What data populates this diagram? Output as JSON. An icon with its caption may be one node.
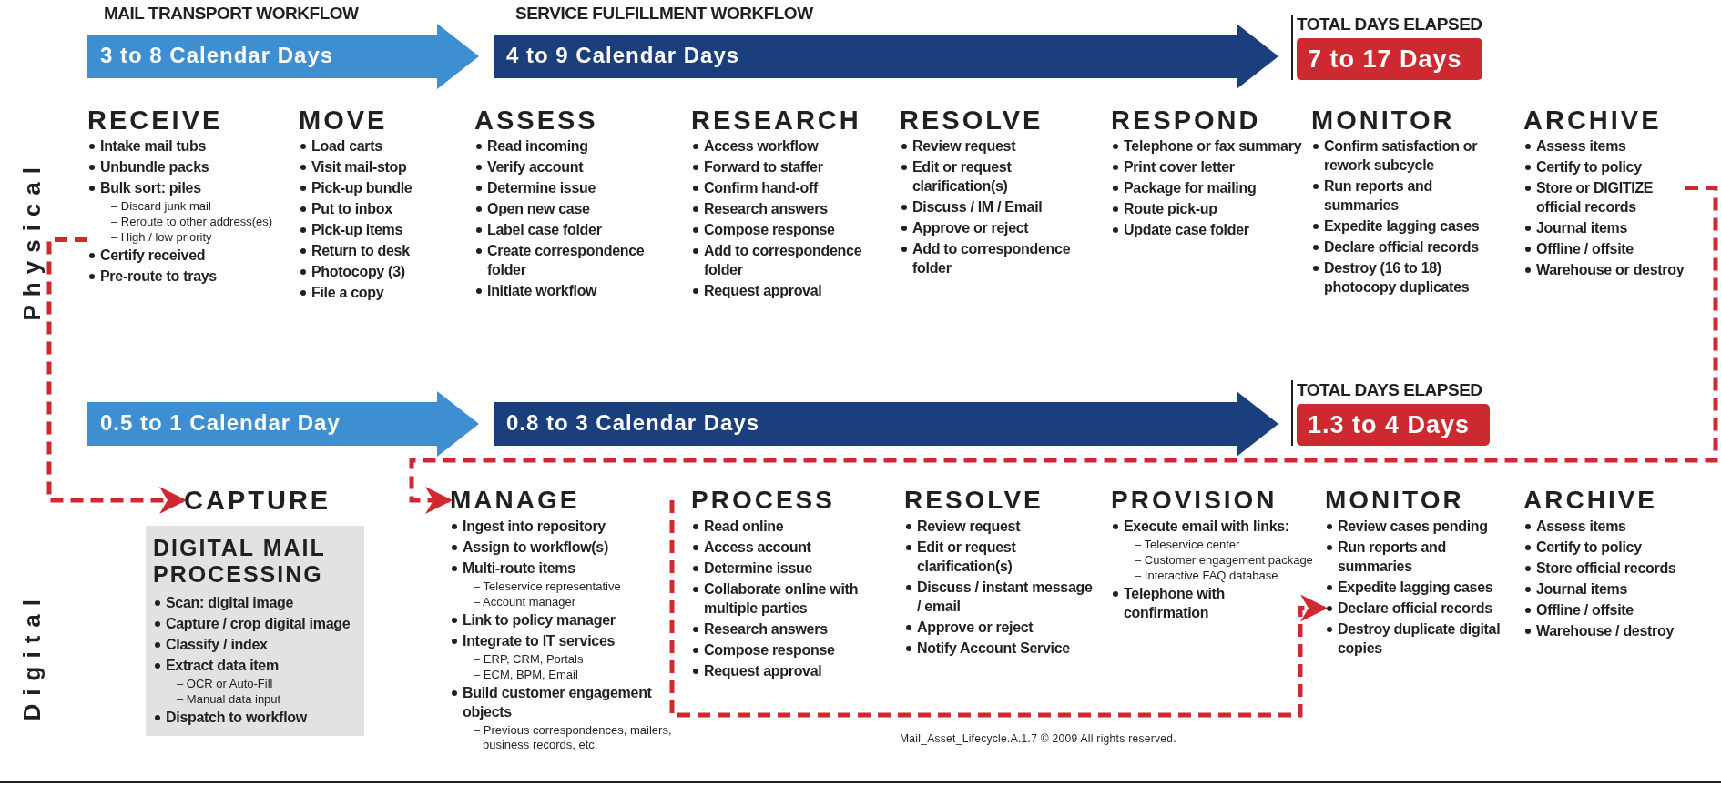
{
  "diagram": {
    "nodes": [
      {
        "text": [
          "MAIL TRANSPORT WORKFLOW",
          "3 to 8 Calendar Days"
        ]
      },
      {
        "text": [
          "SERVICE FULFILLMENT WORKFLOW",
          "4 to 9 Calendar Days"
        ]
      },
      {
        "text": [
          "TOTAL DAYS ELAPSED",
          "7 to 17 Days"
        ]
      },
      {
        "text": [
          "RECEIVE",
          "Intake mail tubs",
          "Unbundle packs",
          "Bulk sort: piles",
          "– Discard junk mail",
          "– Reroute to other address(es)",
          "– High / low priority",
          "Certify received",
          "Pre-route to trays"
        ]
      },
      {
        "text": [
          "MOVE",
          "Load carts",
          "Visit mail-stop",
          "Pick-up bundle",
          "Put to inbox",
          "Pick-up items",
          "Return to desk",
          "Photocopy (3)",
          "File a copy"
        ]
      },
      {
        "text": [
          "ASSESS",
          "Read incoming",
          "Verify account",
          "Determine issue",
          "Open new case",
          "Label case folder",
          "Create correspondence folder",
          "Initiate workflow"
        ]
      },
      {
        "text": [
          "RESEARCH",
          "Access workflow",
          "Forward to staffer",
          "Confirm hand-off",
          "Research answers",
          "Compose response",
          "Add to correspondence folder",
          "Request approval"
        ]
      },
      {
        "text": [
          "RESOLVE",
          "Review request",
          "Edit or request clarification(s)",
          "Discuss / IM / Email",
          "Approve or reject",
          "Add to correspondence folder"
        ]
      },
      {
        "text": [
          "RESPOND",
          "Telephone or fax summary",
          "Print cover letter",
          "Package for mailing",
          "Route pick-up",
          "Update case folder"
        ]
      },
      {
        "text": [
          "MONITOR",
          "Confirm satisfaction or rework subcycle",
          "Run reports and summaries",
          "Expedite lagging cases",
          "Declare official records",
          "Destroy (16 to 18) photocopy duplicates"
        ]
      },
      {
        "text": [
          "ARCHIVE",
          "Assess items",
          "Certify to policy",
          "Store or DIGITIZE official records",
          "Journal items",
          "Offline / offsite",
          "Warehouse or destroy"
        ]
      },
      {
        "text": [
          "0.5 to 1 Calendar Day"
        ]
      },
      {
        "text": [
          "0.8 to 3 Calendar Days"
        ]
      },
      {
        "text": [
          "TOTAL DAYS ELAPSED",
          "1.3 to 4 Days"
        ]
      },
      {
        "text": [
          "CAPTURE"
        ]
      },
      {
        "text": [
          "DIGITAL MAIL PROCESSING",
          "Scan: digital image",
          "Capture / crop digital image",
          "Classify / index",
          "Extract data item",
          "– OCR or Auto-Fill",
          "– Manual data input",
          "Dispatch to workflow"
        ]
      },
      {
        "text": [
          "MANAGE",
          "Ingest into repository",
          "Assign to workflow(s)",
          "Multi-route items",
          "– Teleservice representative",
          "– Account manager",
          "Link to policy manager",
          "Integrate to IT services",
          "– ERP, CRM, Portals",
          "– ECM, BPM, Email",
          "Build customer engagement objects",
          "– Previous correspondences, mailers, business records, etc."
        ]
      },
      {
        "text": [
          "PROCESS",
          "Read online",
          "Access account",
          "Determine issue",
          "Collaborate online with multiple parties",
          "Research answers",
          "Compose response",
          "Request approval"
        ]
      },
      {
        "text": [
          "RESOLVE",
          "Review request",
          "Edit or request clarification(s)",
          "Discuss / instant message / email",
          "Approve or reject",
          "Notify Account Service"
        ]
      },
      {
        "text": [
          "PROVISION",
          "Execute email with links:",
          "– Teleservice center",
          "– Customer engagement package",
          "– Interactive FAQ database",
          "Telephone with confirmation"
        ]
      },
      {
        "text": [
          "MONITOR",
          "Review cases pending",
          "Run reports and summaries",
          "Expedite lagging cases",
          "Declare official records",
          "Destroy duplicate digital copies"
        ]
      },
      {
        "text": [
          "ARCHIVE",
          "Assess items",
          "Certify to policy",
          "Store official records",
          "Journal items",
          "Offline / offsite",
          "Warehouse / destroy"
        ]
      }
    ],
    "edges": [
      {
        "from": 3,
        "to": 14,
        "arrow": "to",
        "style": "dashed"
      },
      {
        "from": 10,
        "to": 16,
        "arrow": "to",
        "style": "dashed"
      },
      {
        "from": 16,
        "to": 20,
        "arrow": "to",
        "style": "dashed"
      }
    ],
    "labels": [
      "Physical",
      "Digital",
      "Mail_Asset_Lifecycle.A.1.7 © 2009 All rights reserved."
    ]
  }
}
